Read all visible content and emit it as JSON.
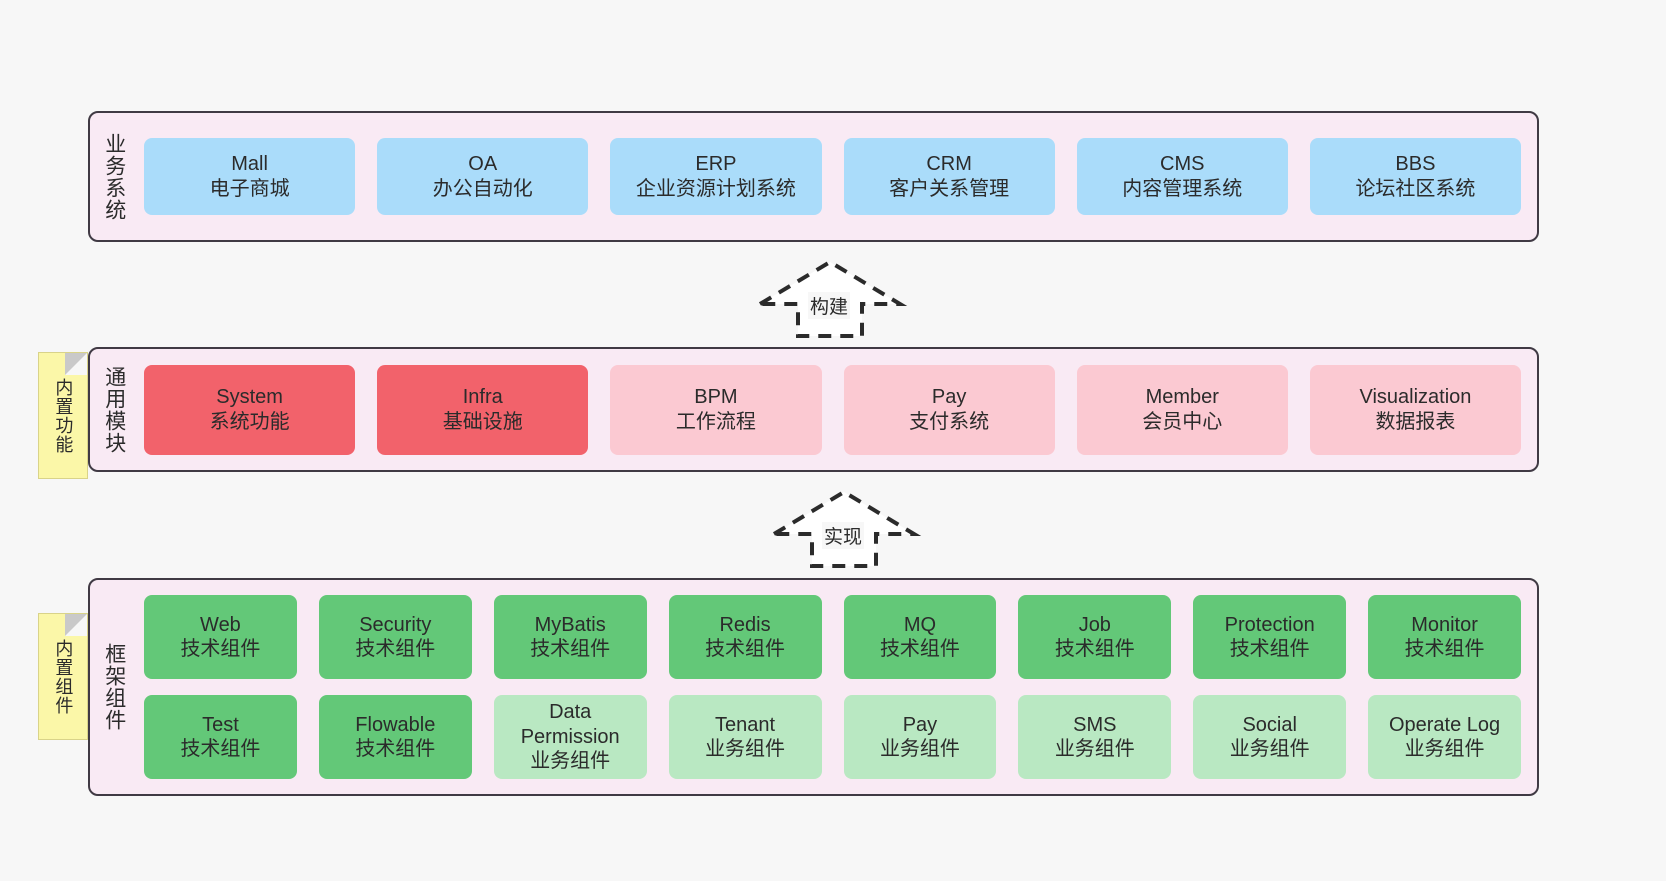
{
  "diagram": {
    "background_color": "#f7f7f7",
    "panel_color": "#f9eaf4",
    "panel_border_color": "#403a44"
  },
  "layers": [
    {
      "id": "business-system",
      "title": "业务系统",
      "rows": [
        {
          "cards": [
            {
              "name": "Mall",
              "sub": "电子商城",
              "color": "#aadcfa",
              "style": "c-blue"
            },
            {
              "name": "OA",
              "sub": "办公自动化",
              "color": "#aadcfa",
              "style": "c-blue"
            },
            {
              "name": "ERP",
              "sub": "企业资源计划系统",
              "color": "#aadcfa",
              "style": "c-blue"
            },
            {
              "name": "CRM",
              "sub": "客户关系管理",
              "color": "#aadcfa",
              "style": "c-blue"
            },
            {
              "name": "CMS",
              "sub": "内容管理系统",
              "color": "#aadcfa",
              "style": "c-blue"
            },
            {
              "name": "BBS",
              "sub": "论坛社区系统",
              "color": "#aadcfa",
              "style": "c-blue"
            }
          ]
        }
      ]
    },
    {
      "id": "common-module",
      "title": "通用模块",
      "tag": "内置功能",
      "rows": [
        {
          "cards": [
            {
              "name": "System",
              "sub": "系统功能",
              "color": "#f2626b",
              "style": "c-red"
            },
            {
              "name": "Infra",
              "sub": "基础设施",
              "color": "#f2626b",
              "style": "c-red"
            },
            {
              "name": "BPM",
              "sub": "工作流程",
              "color": "#fbc9d2",
              "style": "c-pink"
            },
            {
              "name": "Pay",
              "sub": "支付系统",
              "color": "#fbc9d2",
              "style": "c-pink"
            },
            {
              "name": "Member",
              "sub": "会员中心",
              "color": "#fbc9d2",
              "style": "c-pink"
            },
            {
              "name": "Visualization",
              "sub": "数据报表",
              "color": "#fbc9d2",
              "style": "c-pink"
            }
          ]
        }
      ]
    },
    {
      "id": "framework-component",
      "title": "框架组件",
      "tag": "内置组件",
      "rows": [
        {
          "cards": [
            {
              "name": "Web",
              "sub": "技术组件",
              "color": "#63c878",
              "style": "c-green"
            },
            {
              "name": "Security",
              "sub": "技术组件",
              "color": "#63c878",
              "style": "c-green"
            },
            {
              "name": "MyBatis",
              "sub": "技术组件",
              "color": "#63c878",
              "style": "c-green"
            },
            {
              "name": "Redis",
              "sub": "技术组件",
              "color": "#63c878",
              "style": "c-green"
            },
            {
              "name": "MQ",
              "sub": "技术组件",
              "color": "#63c878",
              "style": "c-green"
            },
            {
              "name": "Job",
              "sub": "技术组件",
              "color": "#63c878",
              "style": "c-green"
            },
            {
              "name": "Protection",
              "sub": "技术组件",
              "color": "#63c878",
              "style": "c-green"
            },
            {
              "name": "Monitor",
              "sub": "技术组件",
              "color": "#63c878",
              "style": "c-green"
            }
          ]
        },
        {
          "cards": [
            {
              "name": "Test",
              "sub": "技术组件",
              "color": "#63c878",
              "style": "c-green"
            },
            {
              "name": "Flowable",
              "sub": "技术组件",
              "color": "#63c878",
              "style": "c-green"
            },
            {
              "name": "Data Permission",
              "sub": "业务组件",
              "color": "#b9e8c2",
              "style": "c-lightgrn"
            },
            {
              "name": "Tenant",
              "sub": "业务组件",
              "color": "#b9e8c2",
              "style": "c-lightgrn"
            },
            {
              "name": "Pay",
              "sub": "业务组件",
              "color": "#b9e8c2",
              "style": "c-lightgrn"
            },
            {
              "name": "SMS",
              "sub": "业务组件",
              "color": "#b9e8c2",
              "style": "c-lightgrn"
            },
            {
              "name": "Social",
              "sub": "业务组件",
              "color": "#b9e8c2",
              "style": "c-lightgrn"
            },
            {
              "name": "Operate Log",
              "sub": "业务组件",
              "color": "#b9e8c2",
              "style": "c-lightgrn"
            }
          ]
        }
      ]
    }
  ],
  "connectors": [
    {
      "id": "build",
      "label": "构建",
      "direction": "up",
      "from": "common-module",
      "to": "business-system"
    },
    {
      "id": "implement",
      "label": "实现",
      "direction": "up",
      "from": "framework-component",
      "to": "common-module"
    }
  ]
}
